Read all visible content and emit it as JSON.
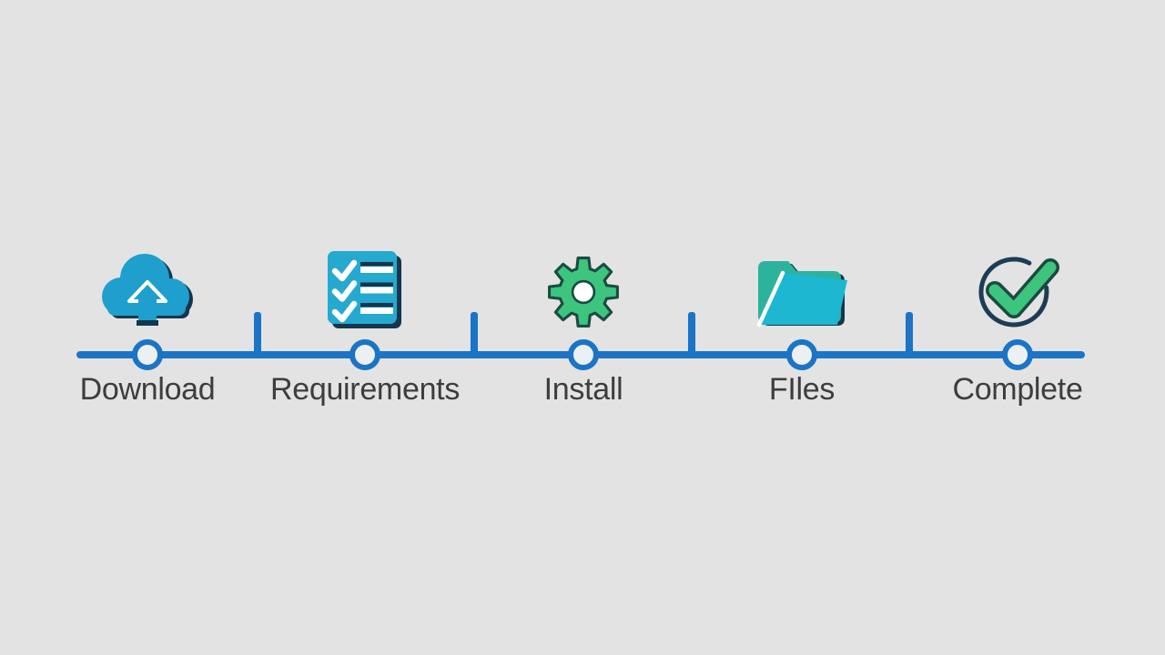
{
  "colors": {
    "background": "#e3e3e3",
    "accent_blue": "#1b74c5",
    "node_fill": "#edf0f3",
    "label_gray": "#3d3d3d",
    "icon_cyan": "#1f9fce",
    "icon_cyan_bright": "#25a9cf",
    "icon_cyan2": "#1db7d2",
    "icon_teal": "#2cb39e",
    "icon_green": "#3dc57e",
    "icon_green_dark": "#1b4a42",
    "icon_navy": "#14364e",
    "circle_navy": "#1d3c55",
    "white": "#ffffff"
  },
  "timeline": {
    "steps": [
      {
        "label": "Download",
        "icon": "cloud-upload-icon"
      },
      {
        "label": "Requirements",
        "icon": "checklist-icon"
      },
      {
        "label": "Install",
        "icon": "gear-icon"
      },
      {
        "label": "FIles",
        "icon": "folder-icon"
      },
      {
        "label": "Complete",
        "icon": "check-circle-icon"
      }
    ]
  }
}
